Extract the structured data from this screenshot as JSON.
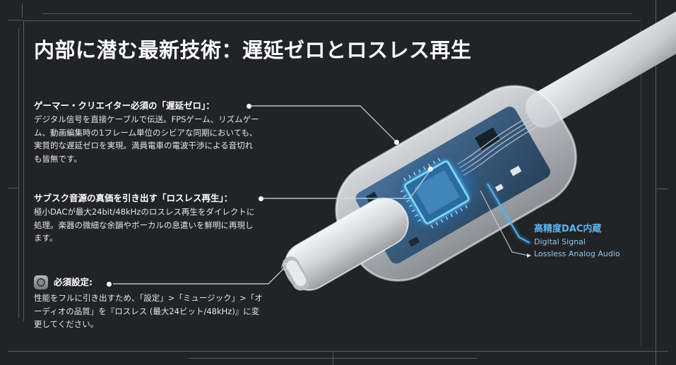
{
  "title": "内部に潜む最新技術：遅延ゼロとロスレス再生",
  "sections": [
    {
      "heading": "ゲーマー・クリエイター必須の「遅延ゼロ」：",
      "body": "デジタル信号を直接ケーブルで伝送。FPSゲーム、リズムゲーム、動画編集時の1フレーム単位のシビアな同期においても、実質的な遅延ゼロを実現。満員電車の電波干渉による音切れも皆無です。"
    },
    {
      "heading": "サブスク音源の真価を引き出す「ロスレス再生」：",
      "body": "極小DACが最大24bit/48kHzのロスレス再生をダイレクトに処理。楽器の微細な余韻やボーカルの息遣いを鮮明に再現します。"
    },
    {
      "icon": "settings-app-icon",
      "heading": "必須設定:",
      "body": "性能をフルに引き出すため、「設定」>「ミュージック」>「オーディオの品質」を『ロスレス (最大24ビット/48kHz)』に変更してください。"
    }
  ],
  "dac_callout": {
    "title": "高精度DAC内蔵",
    "lines": [
      "Digital Signal",
      "Lossless Analog Audio"
    ]
  },
  "colors": {
    "background": "#222326",
    "accent_blue": "#5fb6f0",
    "chip_glow": "#3aa8ff",
    "text": "#ffffff"
  },
  "illustration": "usb-c-connector-cutaway-with-dac-chip"
}
